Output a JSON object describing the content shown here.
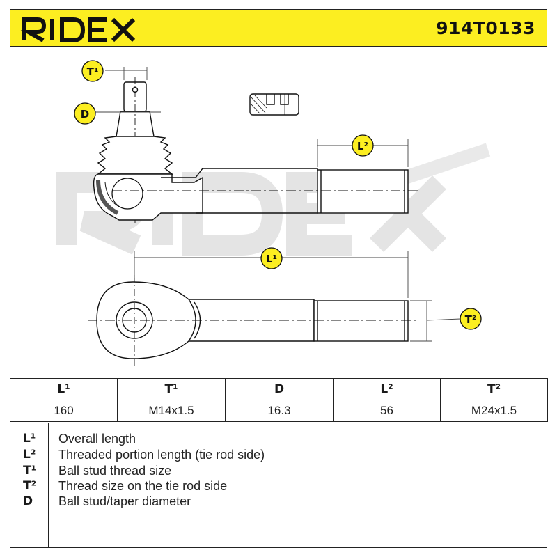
{
  "header": {
    "brand": "RIDEX",
    "part_number": "914T0133",
    "brand_color": "#fcee21"
  },
  "drawing": {
    "watermark": "RIDEX",
    "dimension_badges": {
      "t1": "T¹",
      "d": "D",
      "l2": "L²",
      "l1": "L¹",
      "t2": "T²"
    }
  },
  "spec_table": {
    "headers": [
      "L¹",
      "T¹",
      "D",
      "L²",
      "T²"
    ],
    "values": [
      "160",
      "M14x1.5",
      "16.3",
      "56",
      "M24x1.5"
    ]
  },
  "legend": [
    {
      "symbol": "L¹",
      "description": "Overall length"
    },
    {
      "symbol": "L²",
      "description": "Threaded portion length (tie rod side)"
    },
    {
      "symbol": "T¹",
      "description": "Ball stud thread size"
    },
    {
      "symbol": "T²",
      "description": "Thread size on the tie rod side"
    },
    {
      "symbol": "D",
      "description": "Ball stud/taper diameter"
    }
  ]
}
